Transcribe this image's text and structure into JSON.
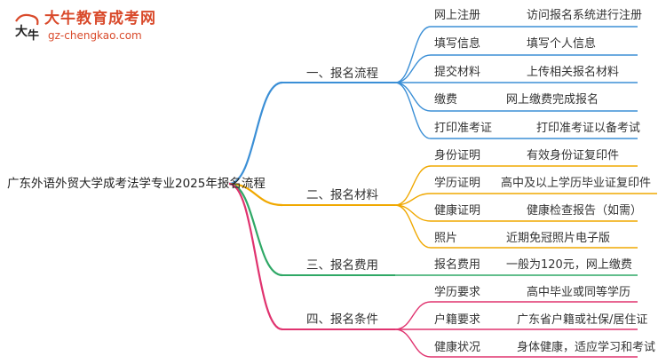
{
  "logo": {
    "cn": "大牛教育成考网",
    "url": "gz-chengkao.com"
  },
  "root": "广东外语外贸大学成考法学专业2025年报名流程",
  "branches": [
    {
      "label": "一、报名流程",
      "color": "#3b8fd6",
      "items": [
        {
          "k": "网上注册",
          "v": "访问报名系统进行注册"
        },
        {
          "k": "填写信息",
          "v": "填写个人信息"
        },
        {
          "k": "提交材料",
          "v": "上传相关报名材料"
        },
        {
          "k": "缴费",
          "v": "网上缴费完成报名"
        },
        {
          "k": "打印准考证",
          "v": "打印准考证以备考试"
        }
      ]
    },
    {
      "label": "二、报名材料",
      "color": "#f0a800",
      "items": [
        {
          "k": "身份证明",
          "v": "有效身份证复印件"
        },
        {
          "k": "学历证明",
          "v": "高中及以上学历毕业证复印件"
        },
        {
          "k": "健康证明",
          "v": "健康检查报告（如需）"
        },
        {
          "k": "照片",
          "v": "近期免冠照片电子版"
        }
      ]
    },
    {
      "label": "三、报名费用",
      "color": "#2fa866",
      "items": [
        {
          "k": "报名费用",
          "v": "一般为120元，网上缴费"
        }
      ]
    },
    {
      "label": "四、报名条件",
      "color": "#e0336f",
      "items": [
        {
          "k": "学历要求",
          "v": "高中毕业或同等学历"
        },
        {
          "k": "户籍要求",
          "v": "广东省户籍或社保/居住证"
        },
        {
          "k": "健康状况",
          "v": "身体健康，适应学习和考试"
        }
      ]
    }
  ]
}
